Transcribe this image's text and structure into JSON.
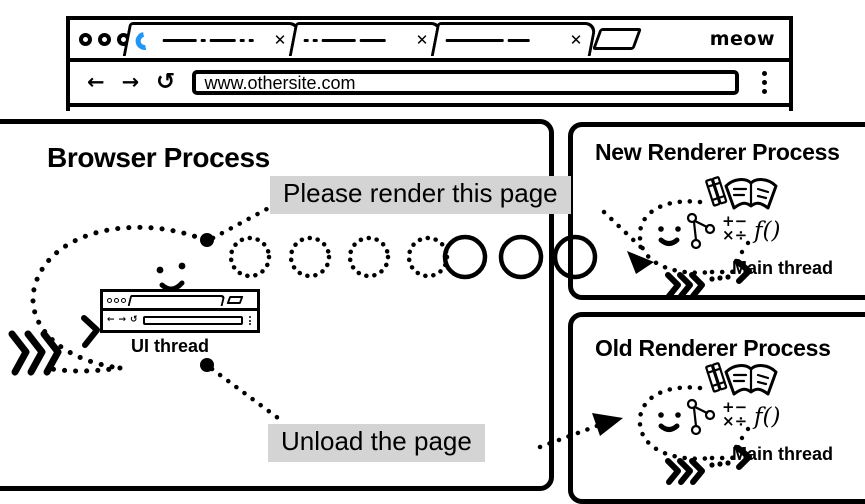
{
  "browser_chrome": {
    "brand": "meow",
    "window_controls": [
      "dot",
      "dot",
      "dot"
    ],
    "tabs": [
      {
        "state": "loading",
        "favicon": "loading-spinner-icon",
        "title_dashes": [
          34,
          5,
          26,
          5,
          5
        ],
        "close": "✕"
      },
      {
        "state": "inactive",
        "favicon": "",
        "title_dashes": [
          5,
          5,
          34,
          5,
          26
        ],
        "close": "✕"
      },
      {
        "state": "inactive",
        "favicon": "",
        "title_dashes": [
          58,
          5,
          22
        ],
        "close": "✕"
      }
    ],
    "new_tab_label": "new-tab",
    "toolbar": {
      "back": "←",
      "forward": "→",
      "reload": "↻",
      "url": "www.othersite.com",
      "menu": "kebab-menu"
    }
  },
  "panels": {
    "browser_process": {
      "title": "Browser Process",
      "ui_thread_label": "UI thread"
    },
    "new_renderer": {
      "title": "New Renderer Process",
      "main_thread_label": "Main thread"
    },
    "old_renderer": {
      "title": "Old Renderer Process",
      "main_thread_label": "Main thread"
    }
  },
  "callouts": {
    "render": "Please render this page",
    "unload": "Unload the page"
  },
  "colors": {
    "ink": "#000000",
    "callout_background": "#d4d4d4",
    "spinner_blue": "#2196f3",
    "page_background": "#ffffff"
  }
}
